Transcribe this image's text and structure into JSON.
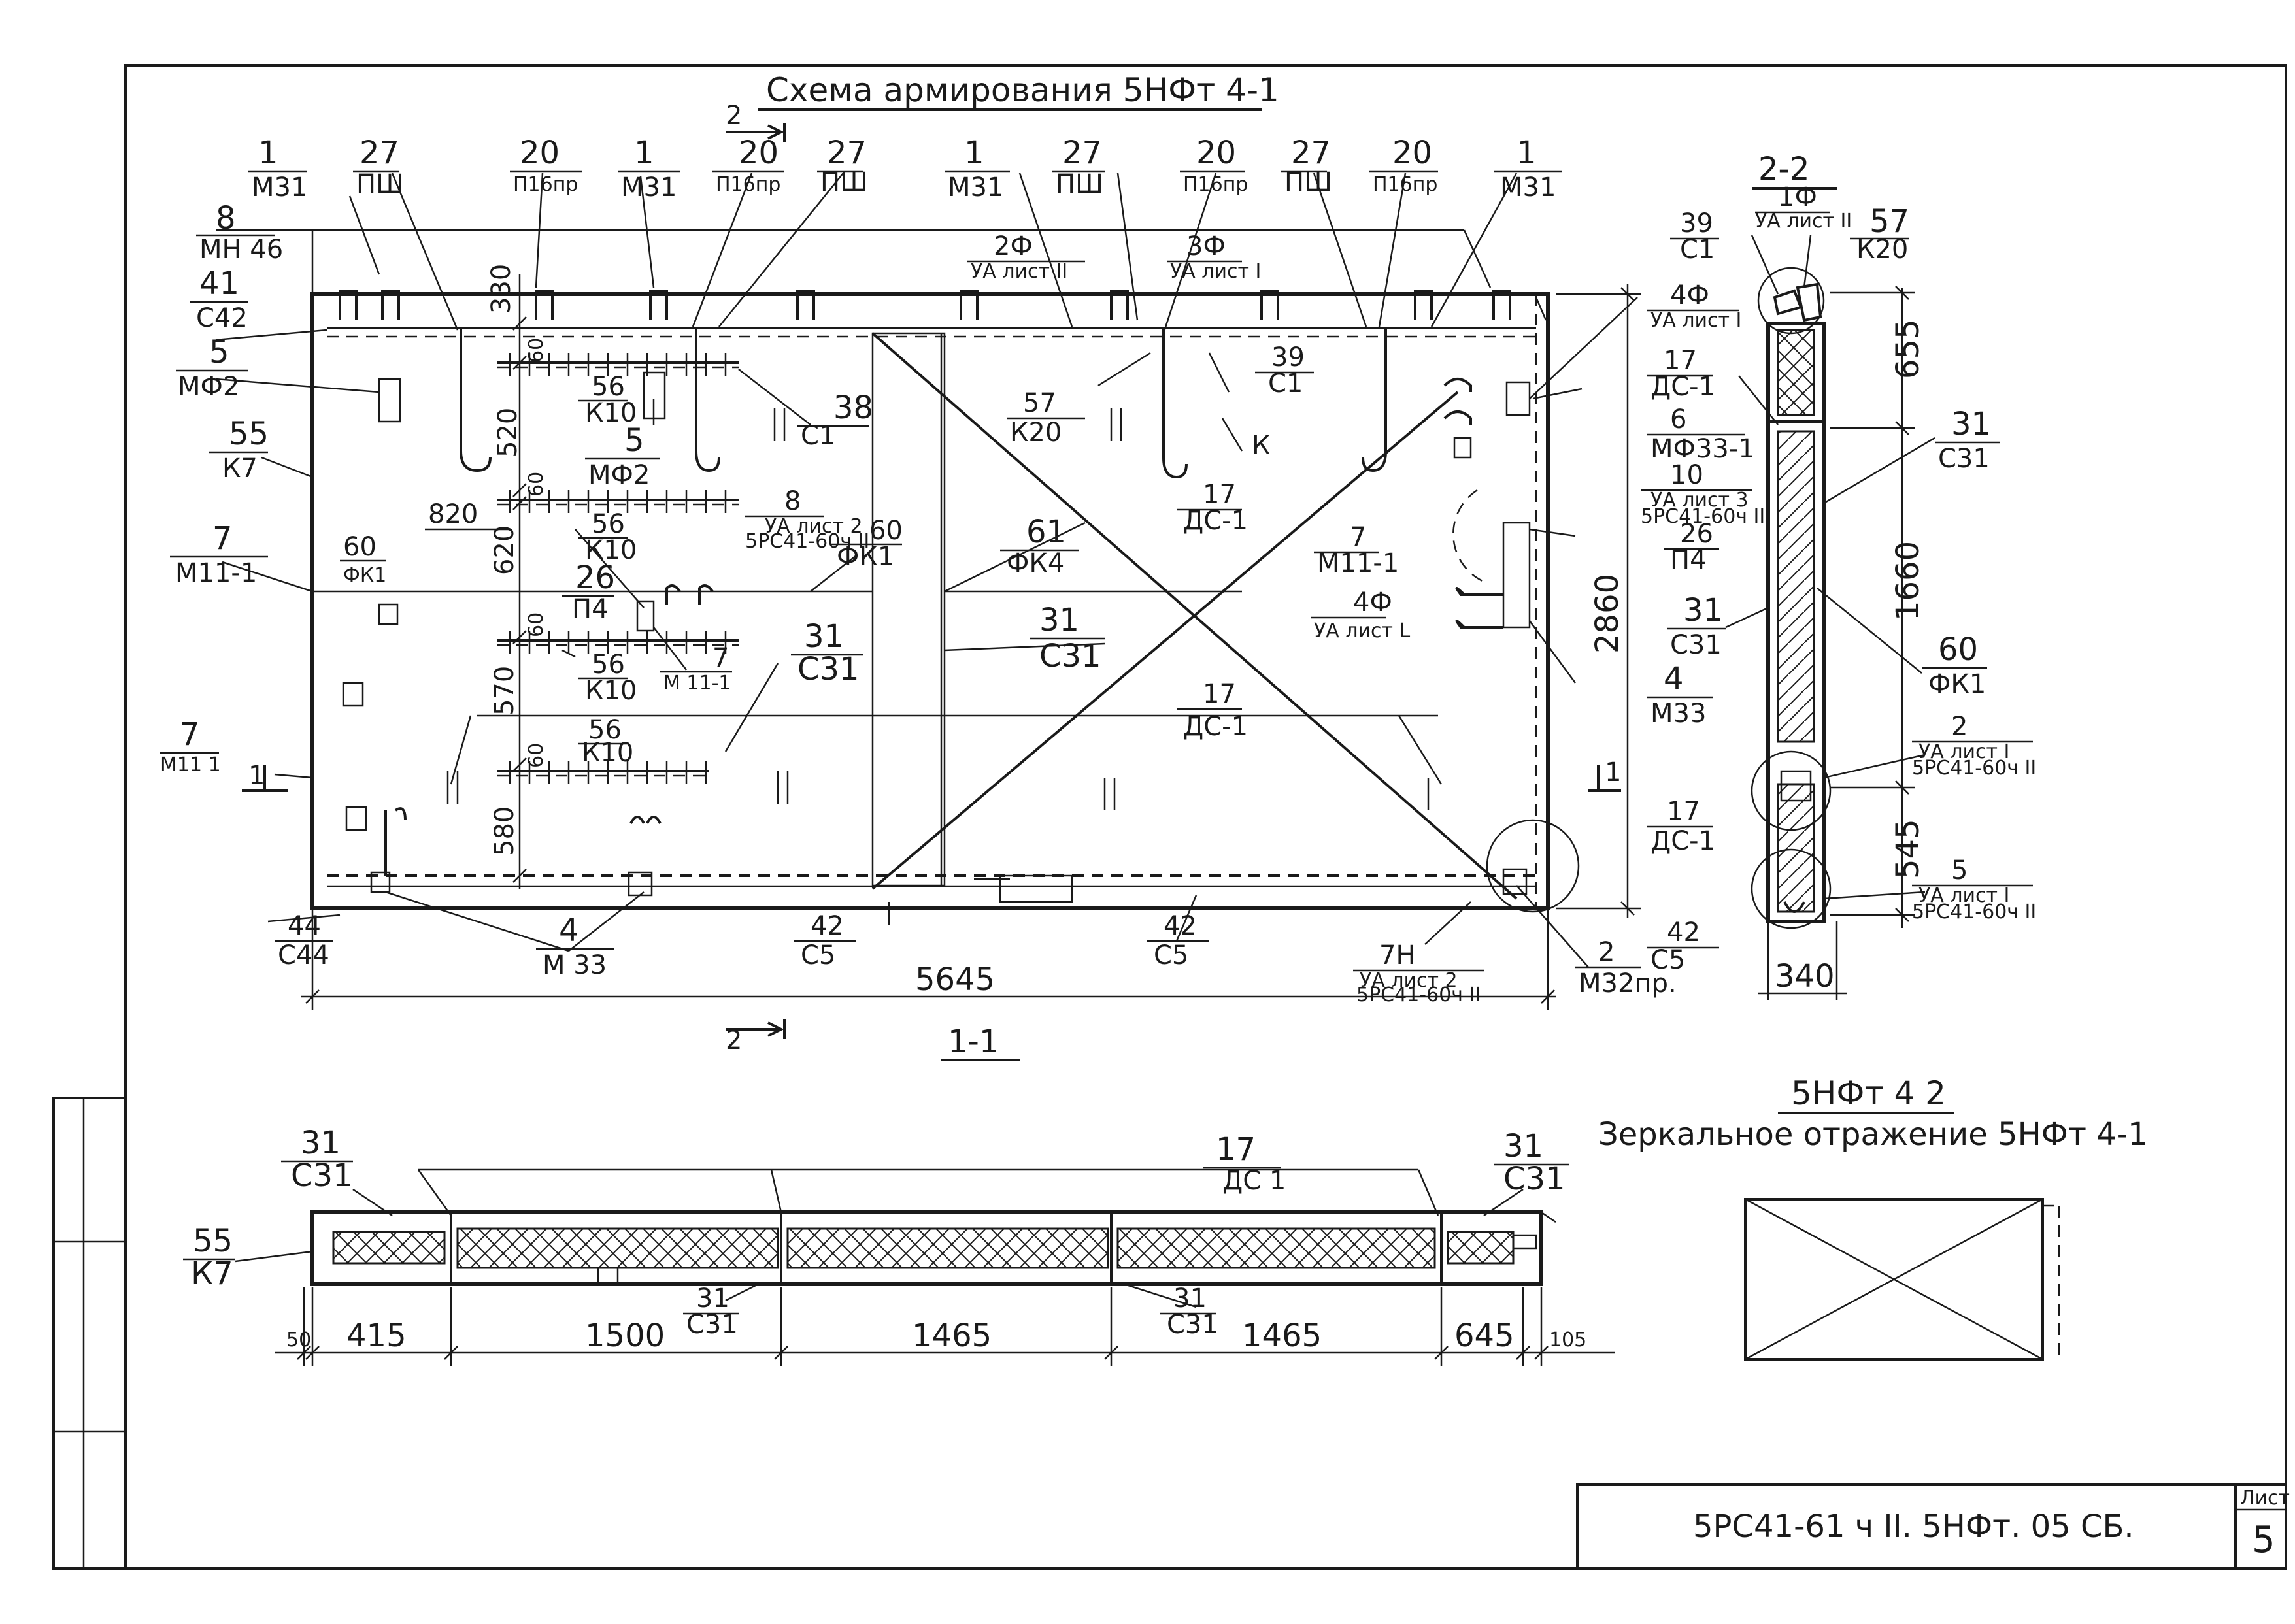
{
  "drawing": {
    "plan_title": "Схема армирования 5НФт 4-1",
    "section_1_label": "1-1",
    "section_2_label": "2-2",
    "section_2_marker": "2",
    "section_1_marker": "1",
    "mirror_title": "5НФт 4 2",
    "mirror_note": "Зеркальное отражение 5НФт 4-1",
    "sheet_code": "5РС41-61 ч II. 5НФт. 05 СБ.",
    "sheet_label": "Лист",
    "sheet_number": "5"
  },
  "plan_dims": {
    "overall_length": "5645",
    "height": "2860",
    "d330": "330",
    "d60a": "60",
    "d520": "520",
    "d60b": "60",
    "d820": "820",
    "d620": "620",
    "d60c": "60",
    "d570": "570",
    "d60d": "60",
    "d580": "580"
  },
  "plan_top_callouts": [
    {
      "num": "1",
      "code": "М31"
    },
    {
      "num": "27",
      "code": "ПШ"
    },
    {
      "num": "20",
      "code": "П16пр"
    },
    {
      "num": "1",
      "code": "М31"
    },
    {
      "num": "20",
      "code": "П16пр"
    },
    {
      "num": "27",
      "code": "ПШ"
    },
    {
      "num": "1",
      "code": "М31"
    },
    {
      "num": "27",
      "code": "ПШ"
    },
    {
      "num": "20",
      "code": "П16пр"
    },
    {
      "num": "27",
      "code": "ПШ"
    },
    {
      "num": "20",
      "code": "П16пр"
    },
    {
      "num": "1",
      "code": "М31"
    }
  ],
  "plan_left_callouts": [
    {
      "num": "8",
      "code": "МН 46"
    },
    {
      "num": "41",
      "code": "С42"
    },
    {
      "num": "5",
      "code": "МФ2"
    },
    {
      "num": "55",
      "code": "К7"
    },
    {
      "num": "7",
      "code": "М11-1"
    },
    {
      "num": "7",
      "code": "М11 1"
    },
    {
      "num": "44",
      "code": "С44"
    }
  ],
  "plan_inner_callouts": [
    {
      "num": "56",
      "code": "К10"
    },
    {
      "num": "5",
      "code": "МФ2"
    },
    {
      "num": "56",
      "code": "К10"
    },
    {
      "num": "60",
      "code": "ФК1"
    },
    {
      "num": "26",
      "code": "П4"
    },
    {
      "num": "56",
      "code": "К10"
    },
    {
      "num": "7",
      "code": "М 11-1"
    },
    {
      "num": "56",
      "code": "К10"
    },
    {
      "num": "38",
      "code": "С1"
    },
    {
      "num": "8",
      "code": "УА лист 2",
      "note": "5РС41-60ч II"
    },
    {
      "num": "60",
      "code": "ФК1"
    },
    {
      "num": "61",
      "code": "ФК4"
    },
    {
      "num": "31",
      "code": "С31"
    },
    {
      "num": "31",
      "code": "С31"
    },
    {
      "num": "2Ф",
      "code": "УА лист II"
    },
    {
      "num": "3Ф",
      "code": "УА лист I"
    },
    {
      "num": "57",
      "code": "К20"
    },
    {
      "num": "39",
      "code": "С1"
    },
    {
      "num": "17",
      "code": "ДС-1"
    },
    {
      "num": "17",
      "code": "ДС-1"
    },
    {
      "num": "7",
      "code": "М11-1"
    },
    {
      "num": "4Ф",
      "code": "УА лист L"
    },
    {
      "num": "42",
      "code": "С5"
    },
    {
      "num": "42",
      "code": "С5"
    },
    {
      "num": "4",
      "code": "М 33"
    },
    {
      "num": "7Н",
      "code": "УА лист 2",
      "note": "5РС41-60ч II"
    },
    {
      "num": "2",
      "code": "М32пр."
    }
  ],
  "plan_k_label": "К",
  "plan_right_callouts": [
    {
      "num": "4Ф",
      "code": "УА лист I"
    },
    {
      "num": "17",
      "code": "ДС-1"
    },
    {
      "num": "6",
      "code": "МФ33-1"
    },
    {
      "num": "10",
      "code": "УА лист 3",
      "note": "5РС41-60ч II"
    },
    {
      "num": "26",
      "code": "П4"
    },
    {
      "num": "4",
      "code": "М33"
    },
    {
      "num": "17",
      "code": "ДС-1"
    },
    {
      "num": "42",
      "code": "С5"
    }
  ],
  "section22": {
    "callouts": [
      {
        "num": "1Ф",
        "code": "УА лист II"
      },
      {
        "num": "39",
        "code": "С1"
      },
      {
        "num": "57",
        "code": "К20"
      },
      {
        "num": "31",
        "code": "С31"
      },
      {
        "num": "31",
        "code": "С31"
      },
      {
        "num": "60",
        "code": "ФК1"
      },
      {
        "num": "2",
        "code": "УА лист I",
        "note": "5РС41-60ч II"
      },
      {
        "num": "5",
        "code": "УА лист I",
        "note": "5РС41-60ч II"
      }
    ],
    "dims": {
      "d655": "655",
      "d1660": "1660",
      "d545": "545",
      "width": "340"
    }
  },
  "section11": {
    "callouts": [
      {
        "num": "31",
        "code": "С31"
      },
      {
        "num": "17",
        "code": "ДС 1"
      },
      {
        "num": "31",
        "code": "С31"
      },
      {
        "num": "55",
        "code": "К7"
      },
      {
        "num": "31",
        "code": "С31"
      },
      {
        "num": "31",
        "code": "С31"
      }
    ],
    "dims": [
      "50",
      "415",
      "1500",
      "1465",
      "1465",
      "645",
      "105"
    ]
  }
}
